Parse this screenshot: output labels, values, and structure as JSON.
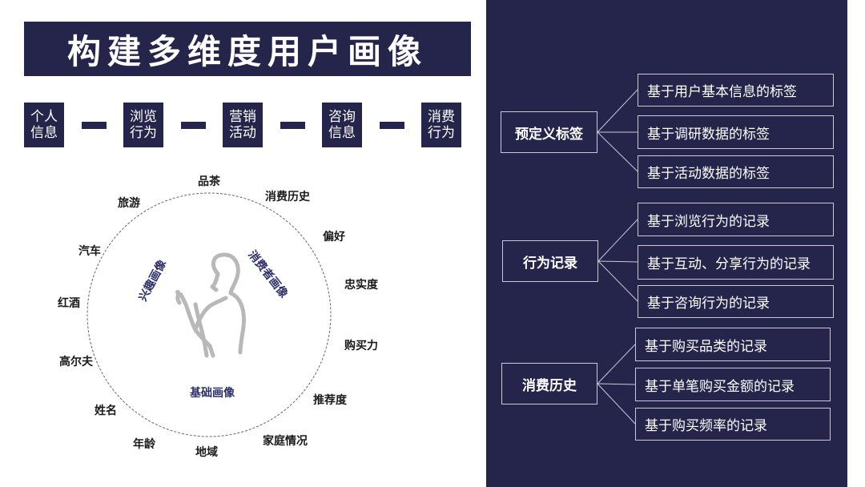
{
  "title": "构建多维度用户画像",
  "steps": [
    {
      "line1": "个人",
      "line2": "信息"
    },
    {
      "line1": "浏览",
      "line2": "行为"
    },
    {
      "line1": "营销",
      "line2": "活动"
    },
    {
      "line1": "咨询",
      "line2": "信息"
    },
    {
      "line1": "消费",
      "line2": "行为"
    }
  ],
  "circle": {
    "outer_labels": [
      "品茶",
      "消费历史",
      "偏好",
      "忠实度",
      "购买力",
      "推荐度",
      "家庭情况",
      "地域",
      "年龄",
      "姓名",
      "高尔夫",
      "红酒",
      "汽车",
      "旅游"
    ],
    "inner_labels": {
      "interest": "兴趣画像",
      "consumer": "消费者画像",
      "basic": "基础画像"
    }
  },
  "categories": [
    {
      "label": "预定义标签",
      "items": [
        "基于用户基本信息的标签",
        "基于调研数据的标签",
        "基于活动数据的标签"
      ]
    },
    {
      "label": "行为记录",
      "items": [
        "基于浏览行为的记录",
        "基于互动、分享行为的记录",
        "基于咨询行为的记录"
      ]
    },
    {
      "label": "消费历史",
      "items": [
        "基于购买品类的记录",
        "基于单笔购买金额的记录",
        "基于购买频率的记录"
      ]
    }
  ],
  "colors": {
    "navy": "#25244a",
    "border": "#c9c9d8",
    "inner_text": "#2f2f6a"
  }
}
